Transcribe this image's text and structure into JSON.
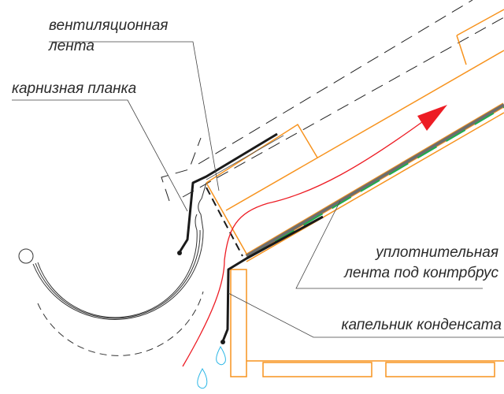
{
  "labels": {
    "ventilation_tape_line1": "вентиляционная",
    "ventilation_tape_line2": "лента",
    "eave_strip": "карнизная планка",
    "sealing_tape_line1": "уплотнительная",
    "sealing_tape_line2": "лента под контрбрус",
    "condensate_drip": "капельник конденсата"
  },
  "colors": {
    "timber": "#f7931e",
    "airflow": "#ed1c24",
    "sealing_tape": "#1fae4b",
    "membrane": "#6d6d6d",
    "water": "#29b6e6",
    "metal": "#1a1a1a"
  }
}
